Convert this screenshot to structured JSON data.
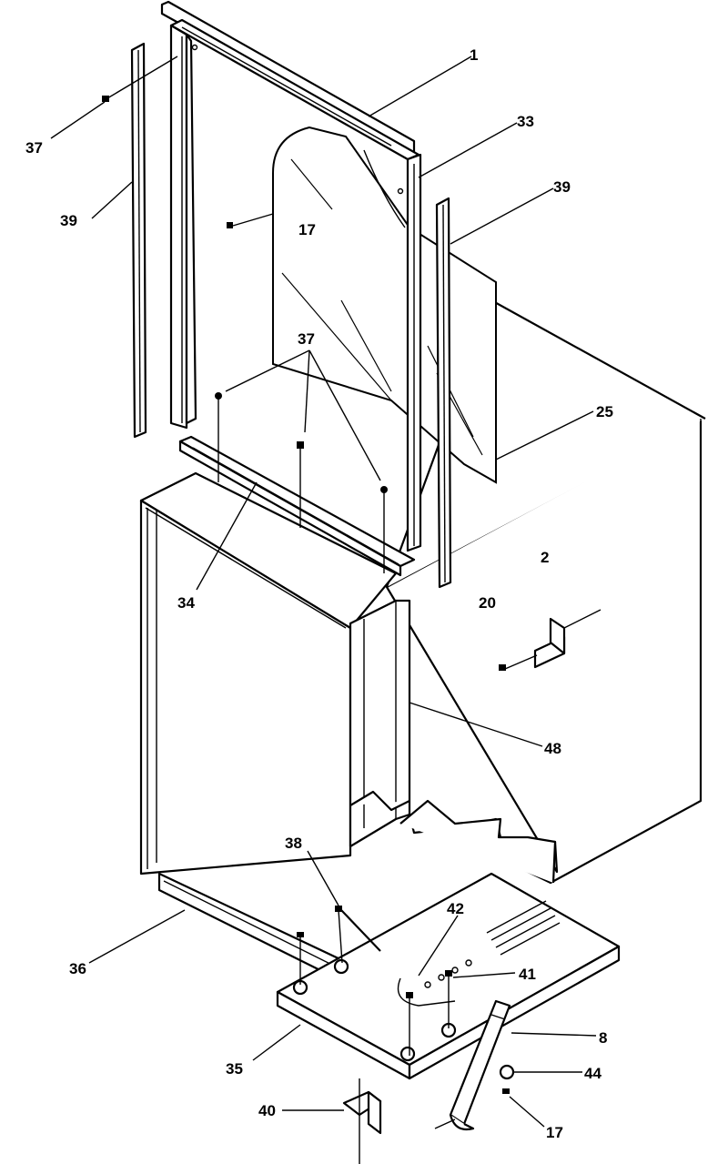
{
  "callouts": {
    "c1": "1",
    "c33": "33",
    "c39a": "39",
    "c39b": "39",
    "c37a": "37",
    "c37b": "37",
    "c17a": "17",
    "c17b": "17",
    "c25": "25",
    "c34": "34",
    "c2": "2",
    "c20": "20",
    "c48": "48",
    "c38": "38",
    "c42": "42",
    "c41": "41",
    "c36": "36",
    "c8": "8",
    "c44": "44",
    "c35": "35",
    "c40": "40"
  }
}
